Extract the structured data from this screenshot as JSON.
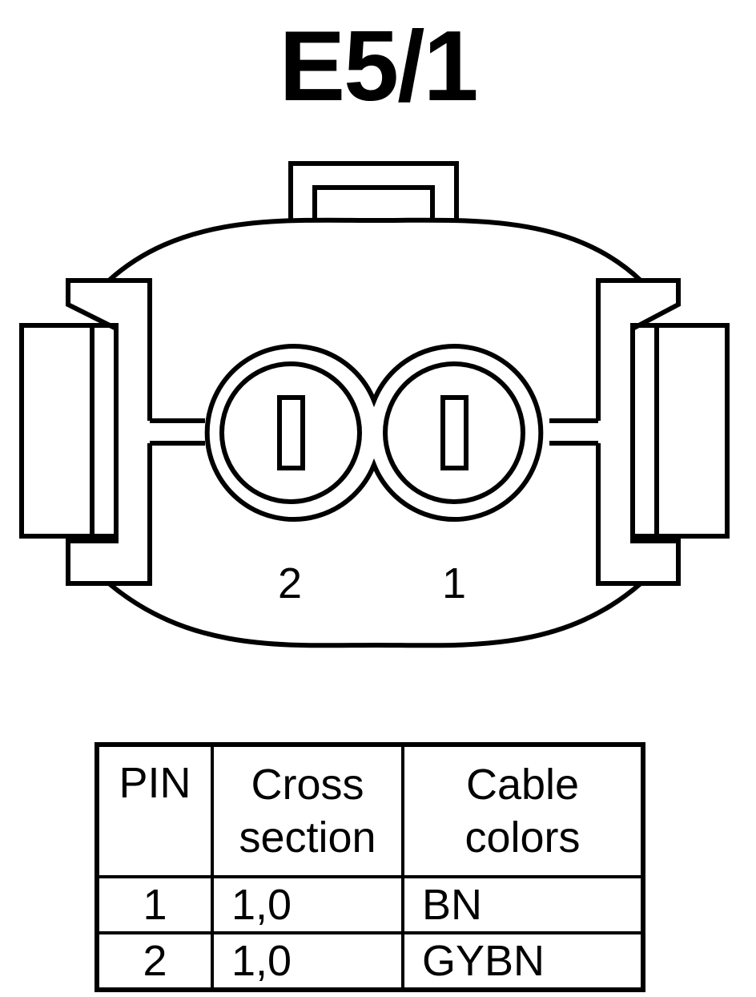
{
  "diagram": {
    "title": "E5/1",
    "pin_labels": [
      "2",
      "1"
    ]
  },
  "table": {
    "headers": {
      "pin": "PIN",
      "cross_section": [
        "Cross",
        "section"
      ],
      "cable_colors": [
        "Cable",
        "colors"
      ]
    },
    "rows": [
      {
        "pin": "1",
        "cross_section": "1,0",
        "cable_color": "BN"
      },
      {
        "pin": "2",
        "cross_section": "1,0",
        "cable_color": "GYBN"
      }
    ]
  }
}
